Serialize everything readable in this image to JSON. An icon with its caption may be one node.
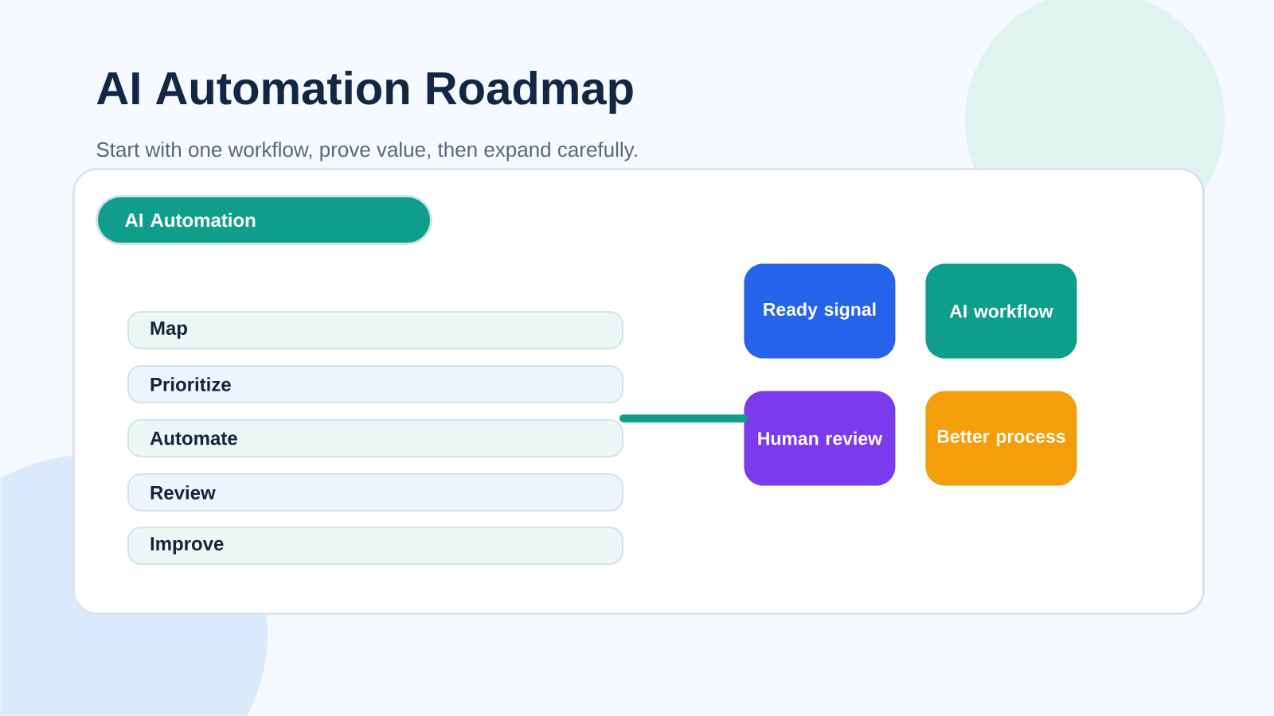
{
  "diagram": {
    "title": "AI Automation Roadmap",
    "nodes": [
      {
        "text": [],
        "shape": "box"
      },
      {
        "text": [
          "AI Automation"
        ],
        "in": 0
      },
      {
        "text": [
          "Map"
        ],
        "in": 0
      },
      {
        "text": [
          "Prioritize"
        ],
        "in": 0
      },
      {
        "text": [
          "Automate"
        ],
        "in": 0
      },
      {
        "text": [
          "Review"
        ],
        "in": 0
      },
      {
        "text": [
          "Improve"
        ],
        "in": 0
      },
      {
        "text": [
          "Ready signal"
        ],
        "in": 0
      },
      {
        "text": [
          "AI workflow"
        ],
        "in": 0
      },
      {
        "text": [
          "Human review"
        ],
        "in": 0
      },
      {
        "text": [
          "Better process"
        ],
        "in": 0
      }
    ],
    "edges": [
      {
        "from": 4,
        "to": 9,
        "arrow": "none",
        "color": "#109e8c"
      }
    ],
    "labels": [
      "Start with one workflow, prove value, then expand carefully."
    ]
  }
}
